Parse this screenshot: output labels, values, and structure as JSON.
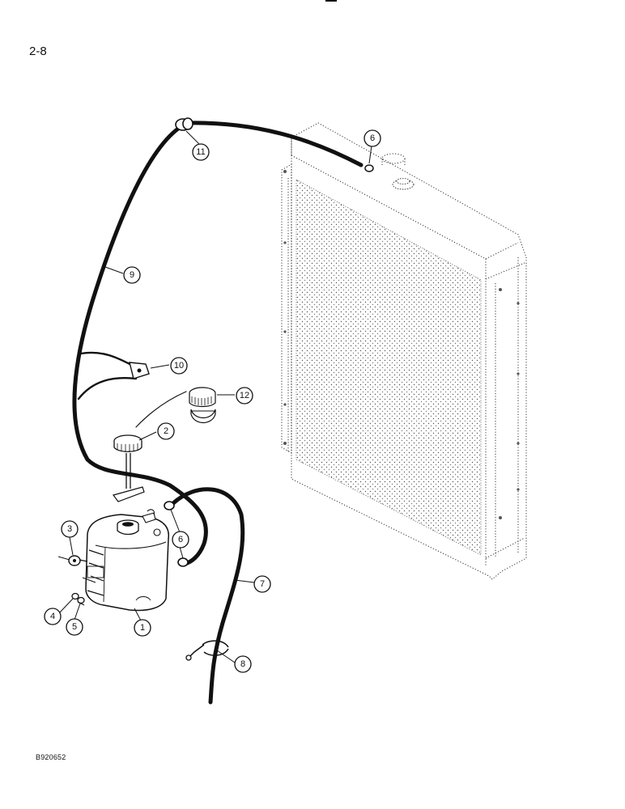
{
  "page": {
    "number": "2-8",
    "figure_code": "B920652"
  },
  "callouts": [
    {
      "label": "1"
    },
    {
      "label": "2"
    },
    {
      "label": "3"
    },
    {
      "label": "4"
    },
    {
      "label": "5"
    },
    {
      "label": "6"
    },
    {
      "label": "6"
    },
    {
      "label": "7"
    },
    {
      "label": "8"
    },
    {
      "label": "9"
    },
    {
      "label": "10"
    },
    {
      "label": "11"
    },
    {
      "label": "12"
    }
  ],
  "parts": [
    "radiator",
    "coolant-recovery-tank",
    "tank-cap",
    "radiator-cap",
    "overflow-hose",
    "drain-hose",
    "hose-clamp",
    "grommet",
    "hose-clip"
  ]
}
